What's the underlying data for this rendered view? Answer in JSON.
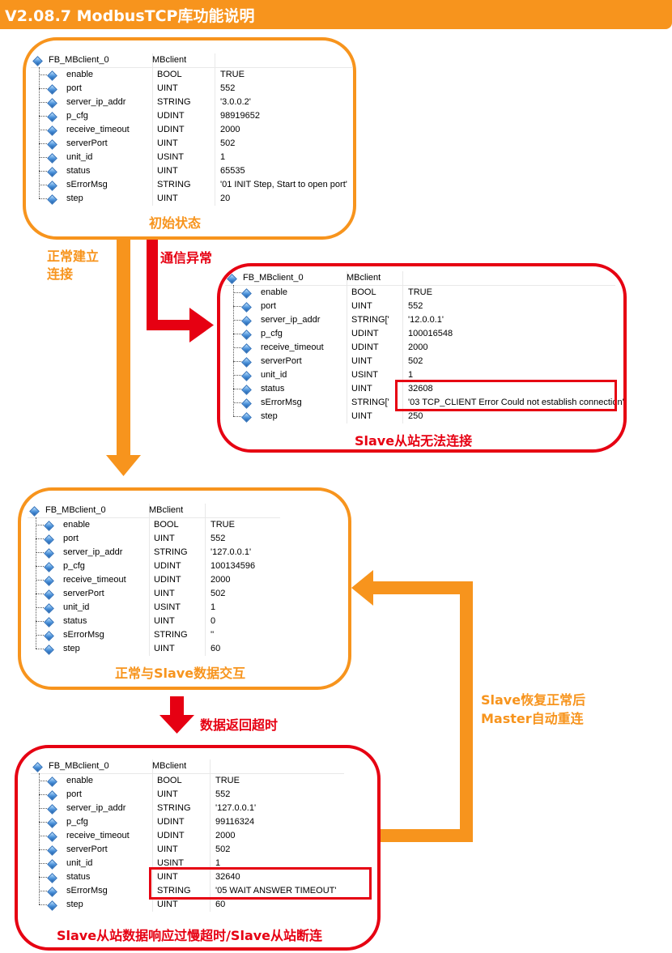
{
  "header": {
    "title": "V2.08.7 ModbusTCP库功能说明"
  },
  "colors": {
    "orange": "#f7941d",
    "red": "#e60012"
  },
  "icons": {
    "row_icon": "blue-diamond-icon"
  },
  "panels": [
    {
      "id": "initial",
      "caption": "初始状态",
      "instance": "FB_MBclient_0",
      "fb_type": "MBclient",
      "rows": [
        {
          "name": "enable",
          "type": "BOOL",
          "value": "TRUE"
        },
        {
          "name": "port",
          "type": "UINT",
          "value": "552"
        },
        {
          "name": "server_ip_addr",
          "type": "STRING",
          "value": "'3.0.0.2'"
        },
        {
          "name": "p_cfg",
          "type": "UDINT",
          "value": "98919652"
        },
        {
          "name": "receive_timeout",
          "type": "UDINT",
          "value": "2000"
        },
        {
          "name": "serverPort",
          "type": "UINT",
          "value": "502"
        },
        {
          "name": "unit_id",
          "type": "USINT",
          "value": "1"
        },
        {
          "name": "status",
          "type": "UINT",
          "value": "65535"
        },
        {
          "name": "sErrorMsg",
          "type": "STRING",
          "value": "'01 INIT Step, Start to open port'"
        },
        {
          "name": "step",
          "type": "UINT",
          "value": "20"
        }
      ]
    },
    {
      "id": "connect-fail",
      "caption": "Slave从站无法连接",
      "instance": "FB_MBclient_0",
      "fb_type": "MBclient",
      "rows": [
        {
          "name": "enable",
          "type": "BOOL",
          "value": "TRUE"
        },
        {
          "name": "port",
          "type": "UINT",
          "value": "552"
        },
        {
          "name": "server_ip_addr",
          "type": "STRING['",
          "value": "'12.0.0.1'"
        },
        {
          "name": "p_cfg",
          "type": "UDINT",
          "value": "100016548"
        },
        {
          "name": "receive_timeout",
          "type": "UDINT",
          "value": "2000"
        },
        {
          "name": "serverPort",
          "type": "UINT",
          "value": "502"
        },
        {
          "name": "unit_id",
          "type": "USINT",
          "value": "1"
        },
        {
          "name": "status",
          "type": "UINT",
          "value": "32608"
        },
        {
          "name": "sErrorMsg",
          "type": "STRING['",
          "value": "'03 TCP_CLIENT Error Could not establish connection'"
        },
        {
          "name": "step",
          "type": "UINT",
          "value": "250"
        }
      ]
    },
    {
      "id": "normal",
      "caption": "正常与Slave数据交互",
      "instance": "FB_MBclient_0",
      "fb_type": "MBclient",
      "rows": [
        {
          "name": "enable",
          "type": "BOOL",
          "value": "TRUE"
        },
        {
          "name": "port",
          "type": "UINT",
          "value": "552"
        },
        {
          "name": "server_ip_addr",
          "type": "STRING",
          "value": "'127.0.0.1'"
        },
        {
          "name": "p_cfg",
          "type": "UDINT",
          "value": "100134596"
        },
        {
          "name": "receive_timeout",
          "type": "UDINT",
          "value": "2000"
        },
        {
          "name": "serverPort",
          "type": "UINT",
          "value": "502"
        },
        {
          "name": "unit_id",
          "type": "USINT",
          "value": "1"
        },
        {
          "name": "status",
          "type": "UINT",
          "value": "0"
        },
        {
          "name": "sErrorMsg",
          "type": "STRING",
          "value": "''"
        },
        {
          "name": "step",
          "type": "UINT",
          "value": "60"
        }
      ]
    },
    {
      "id": "timeout",
      "caption": "Slave从站数据响应过慢超时/Slave从站断连",
      "instance": "FB_MBclient_0",
      "fb_type": "MBclient",
      "rows": [
        {
          "name": "enable",
          "type": "BOOL",
          "value": "TRUE"
        },
        {
          "name": "port",
          "type": "UINT",
          "value": "552"
        },
        {
          "name": "server_ip_addr",
          "type": "STRING",
          "value": "'127.0.0.1'"
        },
        {
          "name": "p_cfg",
          "type": "UDINT",
          "value": "99116324"
        },
        {
          "name": "receive_timeout",
          "type": "UDINT",
          "value": "2000"
        },
        {
          "name": "serverPort",
          "type": "UINT",
          "value": "502"
        },
        {
          "name": "unit_id",
          "type": "USINT",
          "value": "1"
        },
        {
          "name": "status",
          "type": "UINT",
          "value": "32640"
        },
        {
          "name": "sErrorMsg",
          "type": "STRING",
          "value": "'05 WAIT ANSWER TIMEOUT'"
        },
        {
          "name": "step",
          "type": "UINT",
          "value": "60"
        }
      ]
    }
  ],
  "transitions": {
    "normal_connect": "正常建立\n连接",
    "comm_error": "通信异常",
    "data_timeout": "数据返回超时",
    "recover": "Slave恢复正常后\nMaster自动重连"
  }
}
